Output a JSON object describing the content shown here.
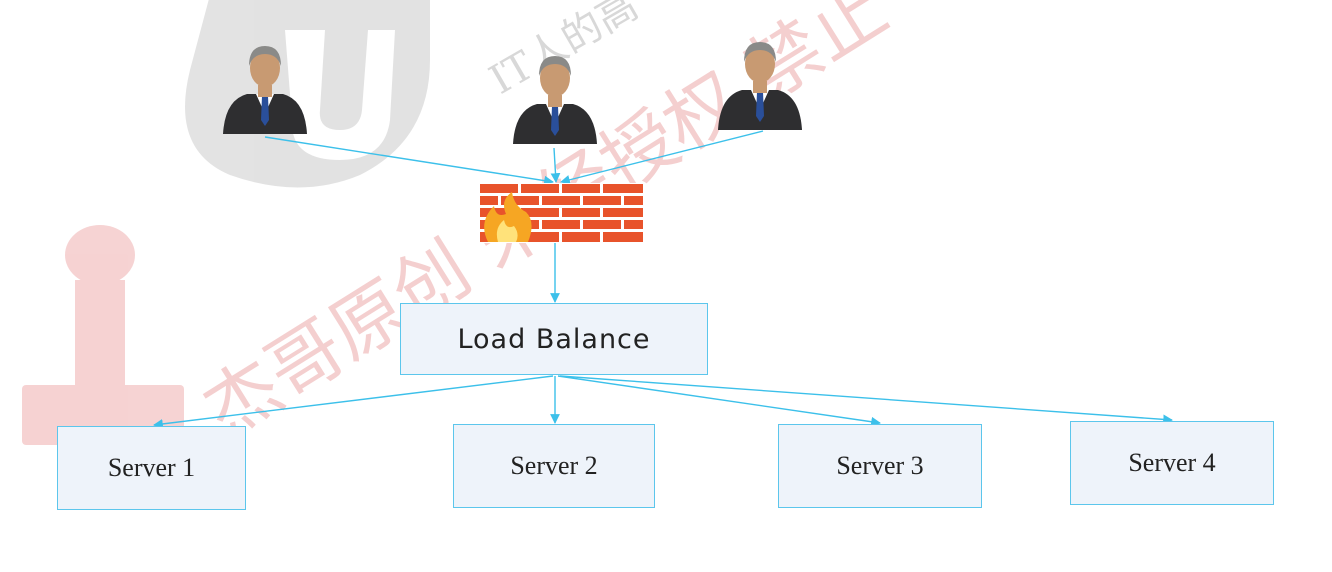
{
  "diagram": {
    "users": [
      {
        "id": "user-1"
      },
      {
        "id": "user-2"
      },
      {
        "id": "user-3"
      }
    ],
    "firewall": {
      "icon": "firewall-icon"
    },
    "load_balancer": {
      "label": "Load Balance"
    },
    "servers": [
      {
        "label": "Server 1"
      },
      {
        "label": "Server 2"
      },
      {
        "label": "Server 3"
      },
      {
        "label": "Server 4"
      }
    ],
    "watermark_text": "杰哥原创 未经授权 禁止",
    "watermark_text_2": "IT人的高",
    "colors": {
      "arrow": "#3cc0ea",
      "box_fill": "#eef3fa",
      "box_border": "#5cc6ec",
      "brick": "#e8532b",
      "mortar": "#ffffff",
      "suit": "#2e2e30",
      "skin": "#c89a72",
      "hair": "#8a8a88",
      "tie": "#2a4f9a",
      "watermark_red": "#e58a8a",
      "watermark_gray": "#b9b9b9"
    }
  }
}
